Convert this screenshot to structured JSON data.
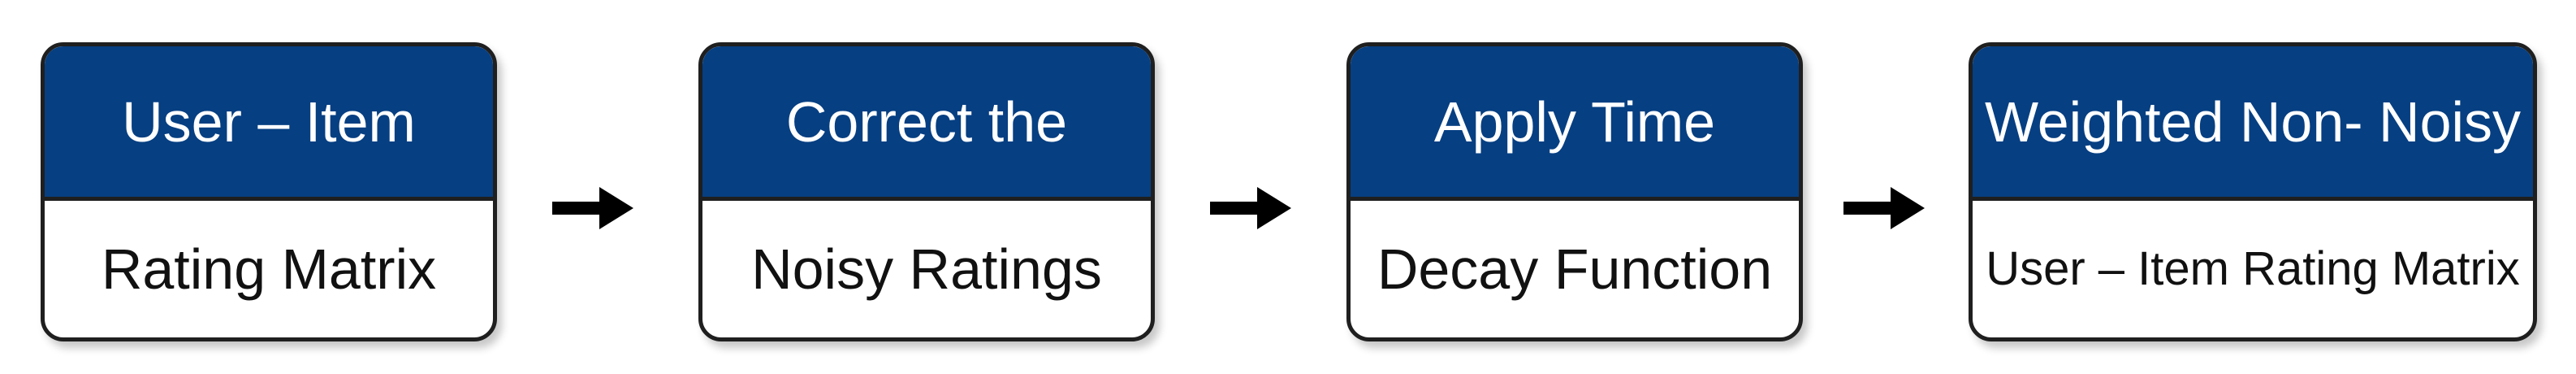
{
  "steps": [
    {
      "title": "User – Item",
      "detail": "Rating Matrix"
    },
    {
      "title": "Correct the",
      "detail": "Noisy Ratings"
    },
    {
      "title": "Apply Time",
      "detail": "Decay Function"
    },
    {
      "title": "Weighted Non- Noisy",
      "detail": "User – Item Rating Matrix"
    }
  ],
  "colors": {
    "header_fill": "#063f82",
    "header_text": "#ffffff",
    "border": "#1f1f1f",
    "arrow": "#000000"
  },
  "icons": [
    "right-arrow-icon"
  ]
}
